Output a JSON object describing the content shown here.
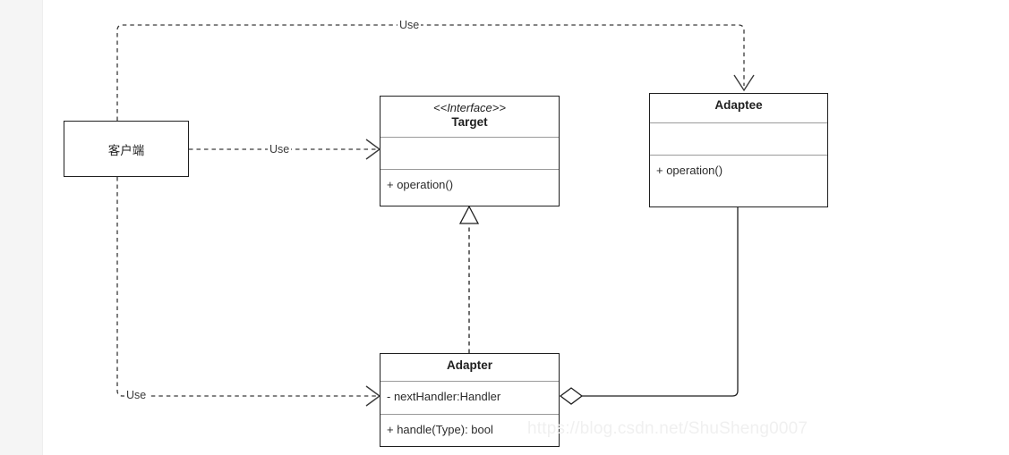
{
  "diagram": {
    "title": "Adapter Pattern UML Class Diagram",
    "watermark": "https://blog.csdn.net/ShuSheng0007",
    "colors": {
      "box_border": "#1f1f1f",
      "compartment_divider": "#9a9a9a",
      "edge": "#3a3a3a",
      "text": "#1f1f1f",
      "gutter": "#f5f5f5",
      "watermark": "#f0f0f0",
      "background": "#ffffff"
    }
  },
  "nodes": {
    "client": {
      "name": "客户端",
      "kind": "class"
    },
    "target": {
      "stereotype": "<<Interface>>",
      "name": "Target",
      "kind": "interface",
      "attributes": [],
      "operations": [
        "+ operation()"
      ]
    },
    "adaptee": {
      "name": "Adaptee",
      "kind": "class",
      "attributes": [],
      "operations": [
        "+ operation()"
      ]
    },
    "adapter": {
      "name": "Adapter",
      "kind": "class",
      "attributes": [
        "- nextHandler:Handler"
      ],
      "operations": [
        "+ handle(Type): bool"
      ]
    }
  },
  "edges": [
    {
      "id": "client-to-adaptee",
      "label": "Use",
      "from": "client",
      "to": "adaptee",
      "style": "dashed",
      "arrow": "open"
    },
    {
      "id": "client-to-target",
      "label": "Use",
      "from": "client",
      "to": "target",
      "style": "dashed",
      "arrow": "open"
    },
    {
      "id": "client-to-adapter",
      "label": "Use",
      "from": "client",
      "to": "adapter",
      "style": "dashed",
      "arrow": "open"
    },
    {
      "id": "adapter-realizes-target",
      "label": "",
      "from": "adapter",
      "to": "target",
      "style": "dashed",
      "arrow": "hollow-triangle"
    },
    {
      "id": "adapter-aggregates-adaptee",
      "label": "",
      "from": "adapter",
      "to": "adaptee",
      "style": "solid",
      "arrow": "hollow-diamond"
    }
  ]
}
